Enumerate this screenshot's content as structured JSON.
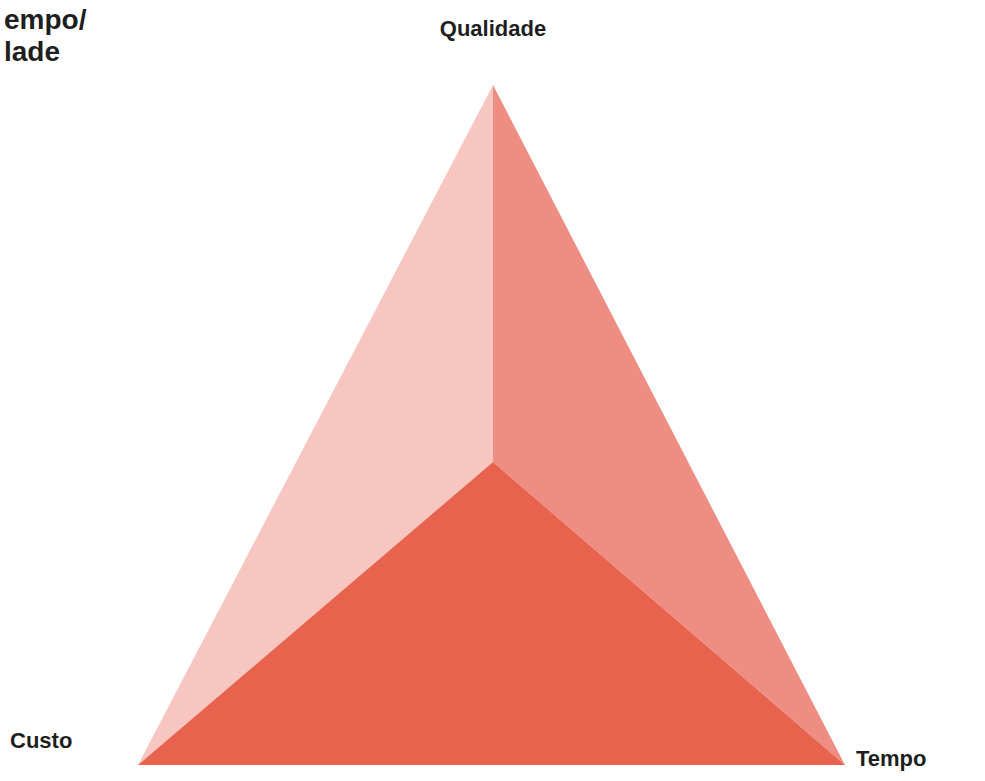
{
  "diagram": {
    "title": "empo/ lade",
    "labels": [
      "Qualidade",
      "Custo",
      "Tempo"
    ]
  }
}
